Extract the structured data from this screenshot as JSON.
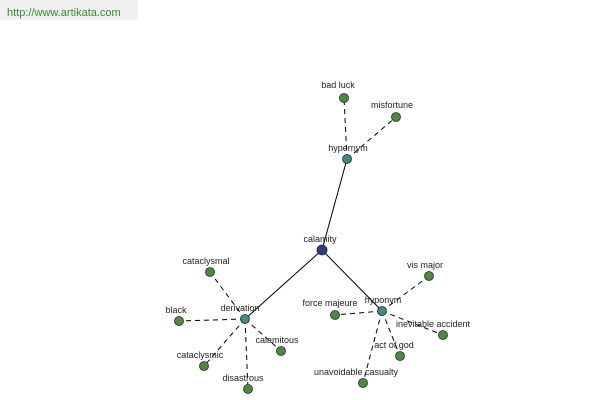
{
  "header": {
    "url": "http://www.artikata.com"
  },
  "colors": {
    "root_node": "#2b3c82",
    "relation_node": "#3d8a86",
    "leaf_node": "#4b8a3f"
  },
  "graph": {
    "nodes": [
      {
        "id": "calamity",
        "label": "calamity",
        "kind": "root"
      },
      {
        "id": "hypernym",
        "label": "hypernym",
        "kind": "relation"
      },
      {
        "id": "derivation",
        "label": "derivation",
        "kind": "relation"
      },
      {
        "id": "hyponym",
        "label": "hyponym",
        "kind": "relation"
      },
      {
        "id": "bad-luck",
        "label": "bad luck",
        "kind": "leaf"
      },
      {
        "id": "misfortune",
        "label": "misfortune",
        "kind": "leaf"
      },
      {
        "id": "cataclysmal",
        "label": "cataclysmal",
        "kind": "leaf"
      },
      {
        "id": "black",
        "label": "black",
        "kind": "leaf"
      },
      {
        "id": "cataclysmic",
        "label": "cataclysmic",
        "kind": "leaf"
      },
      {
        "id": "disastrous",
        "label": "disastrous",
        "kind": "leaf"
      },
      {
        "id": "calamitous",
        "label": "calamitous",
        "kind": "leaf"
      },
      {
        "id": "vis-major",
        "label": "vis major",
        "kind": "leaf"
      },
      {
        "id": "force-majeure",
        "label": "force majeure",
        "kind": "leaf"
      },
      {
        "id": "inevitable-accident",
        "label": "inevitable accident",
        "kind": "leaf"
      },
      {
        "id": "act-of-god",
        "label": "act of god",
        "kind": "leaf"
      },
      {
        "id": "unavoidable-casualty",
        "label": "unavoidable casualty",
        "kind": "leaf"
      }
    ],
    "edges": [
      {
        "from": "calamity",
        "to": "hypernym",
        "style": "solid"
      },
      {
        "from": "calamity",
        "to": "derivation",
        "style": "solid"
      },
      {
        "from": "calamity",
        "to": "hyponym",
        "style": "solid"
      },
      {
        "from": "hypernym",
        "to": "bad-luck",
        "style": "dashed"
      },
      {
        "from": "hypernym",
        "to": "misfortune",
        "style": "dashed"
      },
      {
        "from": "derivation",
        "to": "cataclysmal",
        "style": "dashed"
      },
      {
        "from": "derivation",
        "to": "black",
        "style": "dashed"
      },
      {
        "from": "derivation",
        "to": "cataclysmic",
        "style": "dashed"
      },
      {
        "from": "derivation",
        "to": "disastrous",
        "style": "dashed"
      },
      {
        "from": "derivation",
        "to": "calamitous",
        "style": "dashed"
      },
      {
        "from": "hyponym",
        "to": "vis-major",
        "style": "dashed"
      },
      {
        "from": "hyponym",
        "to": "force-majeure",
        "style": "dashed"
      },
      {
        "from": "hyponym",
        "to": "inevitable-accident",
        "style": "dashed"
      },
      {
        "from": "hyponym",
        "to": "act-of-god",
        "style": "dashed"
      },
      {
        "from": "hyponym",
        "to": "unavoidable-casualty",
        "style": "dashed"
      }
    ]
  }
}
